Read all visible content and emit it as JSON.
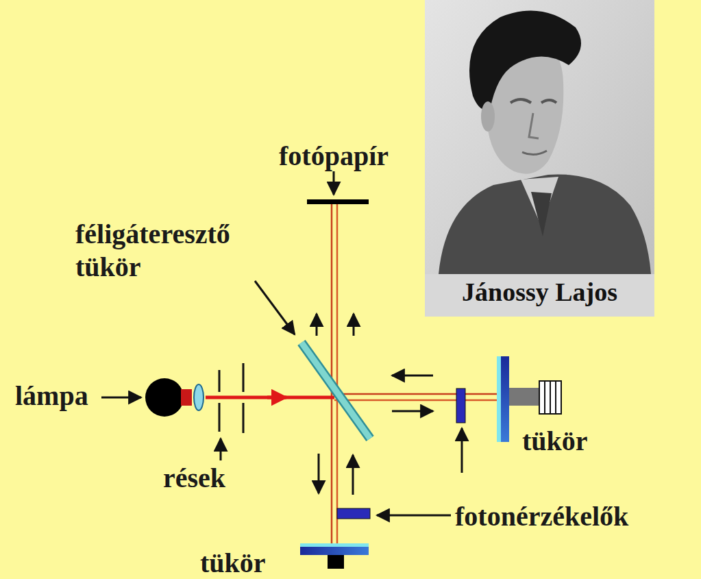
{
  "diagram": {
    "labels": [
      "fotópapír",
      "féligáteresztő tükör",
      "Jánossy Lajos",
      "lámpa",
      "tükör",
      "rések",
      "fotonérzékelők",
      "tükör"
    ]
  }
}
